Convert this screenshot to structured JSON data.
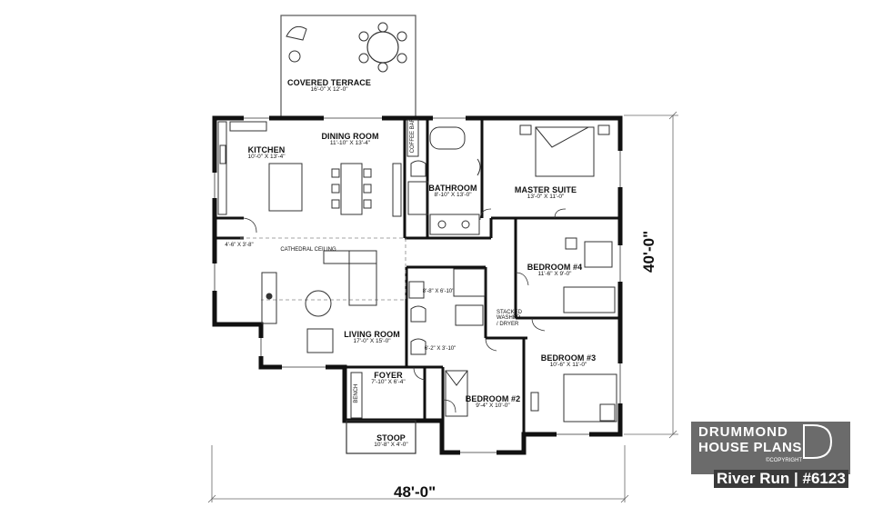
{
  "rooms": {
    "covered_terrace": {
      "name": "COVERED TERRACE",
      "dims": "16'-0\" X 12'-0\""
    },
    "dining_room": {
      "name": "DINING ROOM",
      "dims": "11'-10\" X 13'-4\""
    },
    "kitchen": {
      "name": "KITCHEN",
      "dims": "10'-0\" X 13'-4\""
    },
    "bathroom": {
      "name": "BATHROOM",
      "dims": "8'-10\" X 13'-0\""
    },
    "master_suite": {
      "name": "MASTER SUITE",
      "dims": "13'-0\" X 11'-0\""
    },
    "bedroom4": {
      "name": "BEDROOM #4",
      "dims": "11'-6\" X 9'-0\""
    },
    "bedroom3": {
      "name": "BEDROOM #3",
      "dims": "10'-6\" X 11'-0\""
    },
    "bedroom2": {
      "name": "BEDROOM #2",
      "dims": "9'-4\" X 10'-0\""
    },
    "living_room": {
      "name": "LIVING ROOM",
      "dims": "17'-0\" X 15'-0\""
    },
    "foyer": {
      "name": "FOYER",
      "dims": "7'-10\" X 6'-4\""
    },
    "stoop": {
      "name": "STOOP",
      "dims": "10'-8\" X 4'-0\""
    }
  },
  "notes": {
    "coffee_bar": "COFFEE BAR",
    "cathedral_ceiling": "CATHEDRAL CEILING",
    "pantry_dims": "4'-6\" X 3'-8\"",
    "bath2_dims": "8'-8\" X 6'-10\"",
    "wc_dims": "6'-2\" X 3'-10\"",
    "stacked_washer_1": "STACKED",
    "stacked_washer_2": "WASHER",
    "stacked_washer_3": "/ DRYER",
    "bench": "BENCH"
  },
  "dimensions": {
    "width": "48'-0\"",
    "depth": "40'-0\""
  },
  "brand": {
    "line1": "DRUMMOND",
    "line2": "HOUSE PLANS",
    "copyright": "©COPYRIGHT",
    "plan_name": "River Run | #6123"
  }
}
